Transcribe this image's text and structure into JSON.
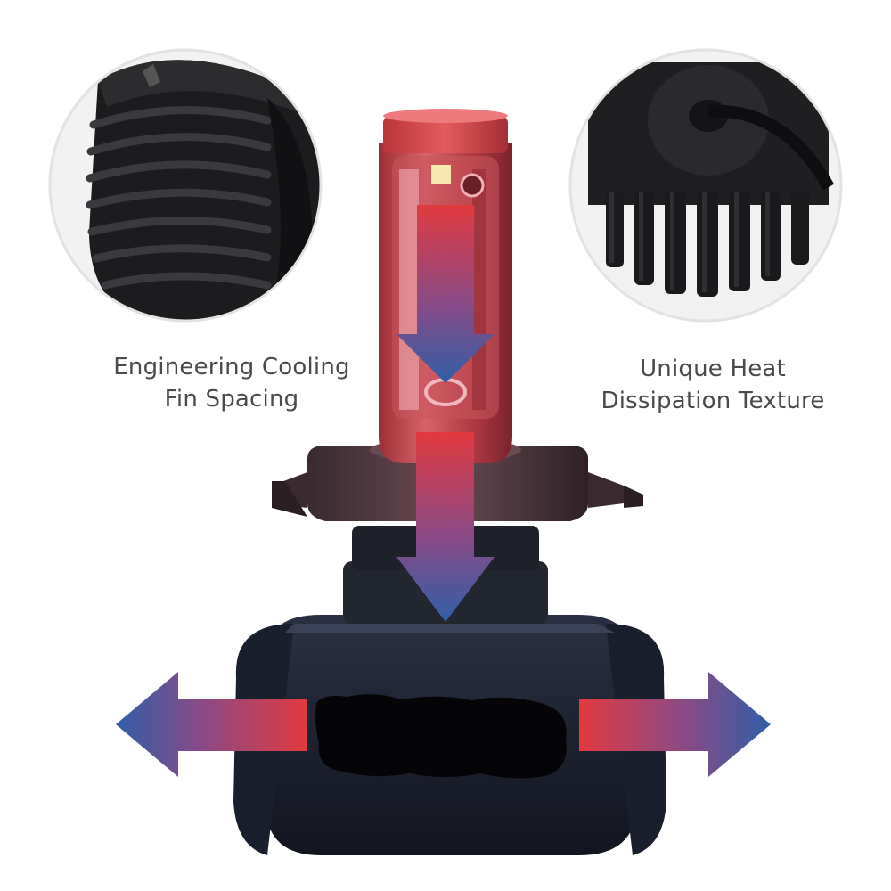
{
  "captions": {
    "left": {
      "line1": "Engineering Cooling",
      "line2": "Fin Spacing"
    },
    "right": {
      "line1": "Unique Heat",
      "line2": "Dissipation Texture"
    }
  },
  "colors": {
    "hot": "#e23a3f",
    "cool": "#2f5fa8",
    "body": "#1b2030",
    "cap_red": "#d8474c",
    "caption_text": "#4a4a4a",
    "circle_border": "#e3e3e3"
  },
  "icons": {
    "heat_flow_arrows": "gradient-arrow-icon"
  }
}
